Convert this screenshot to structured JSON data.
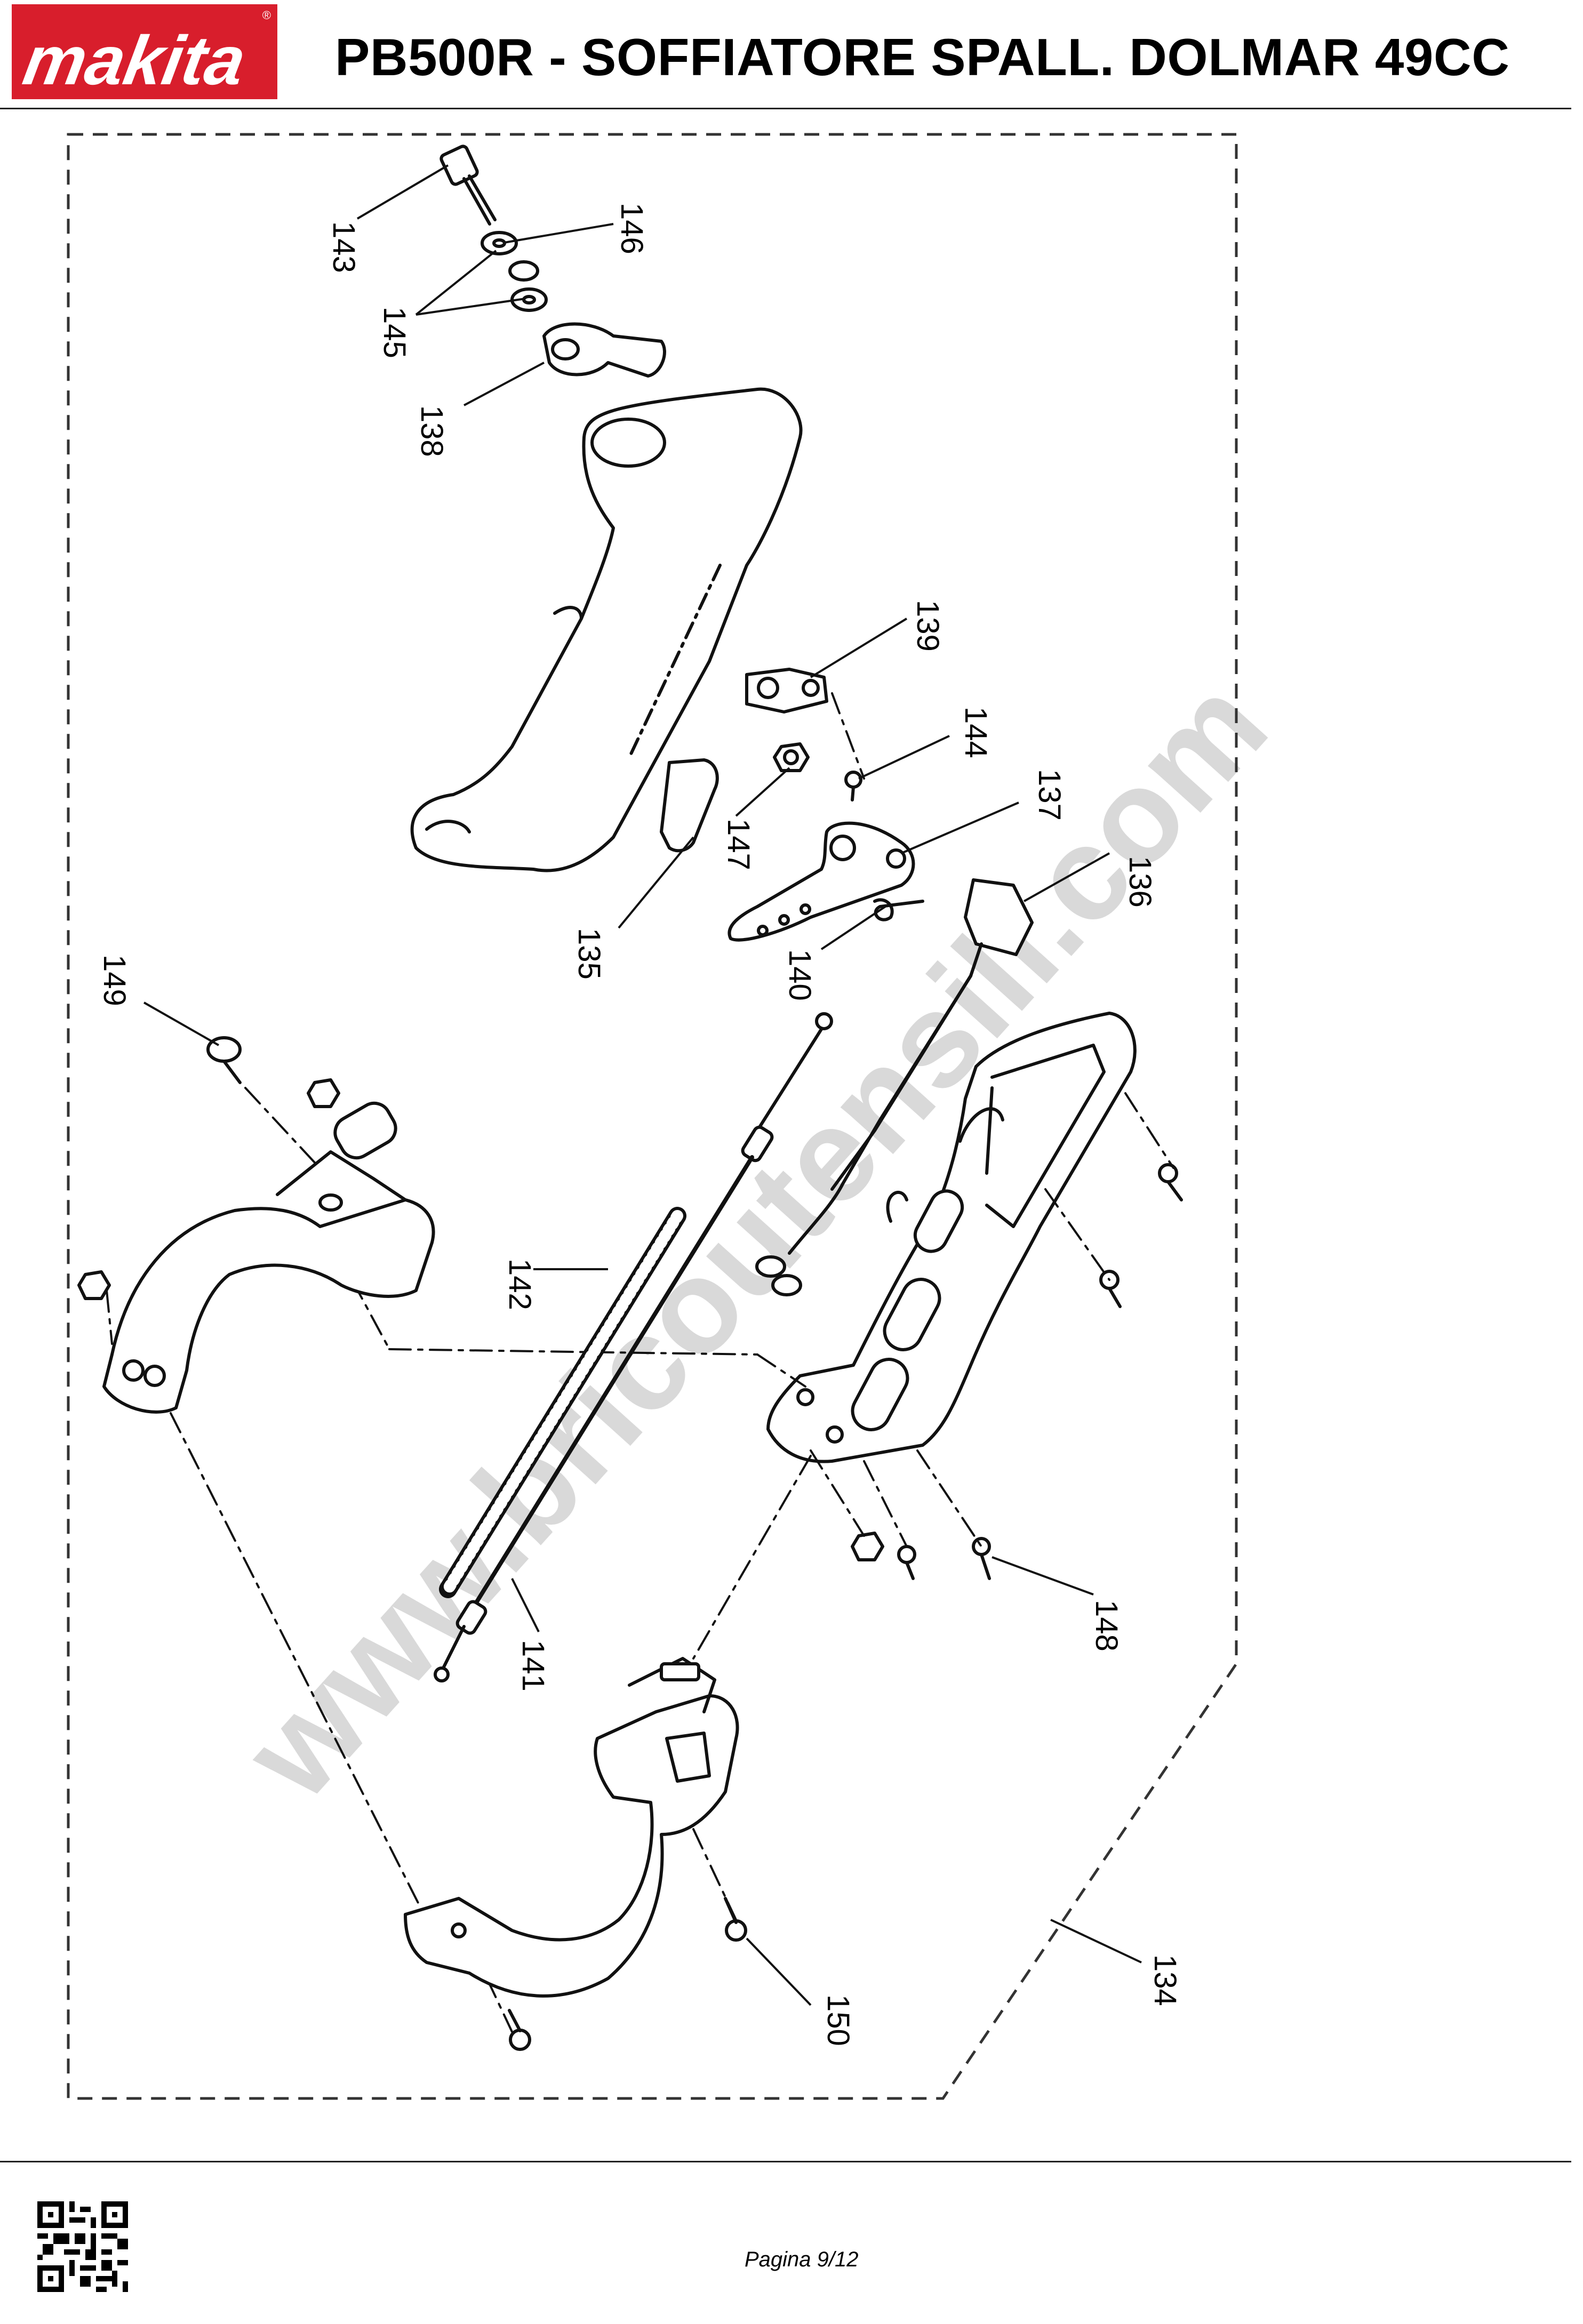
{
  "header": {
    "brand": "makita",
    "title": "PB500R - SOFFIATORE SPALL. DOLMAR 49CC"
  },
  "diagram": {
    "assembly_number": "134",
    "watermark": "www.bricoutensili.com",
    "callouts": [
      "143",
      "146",
      "145",
      "138",
      "139",
      "144",
      "147",
      "137",
      "135",
      "136",
      "140",
      "149",
      "142",
      "141",
      "148",
      "150",
      "134"
    ]
  },
  "footer": {
    "page": "Pagina 9/12"
  }
}
